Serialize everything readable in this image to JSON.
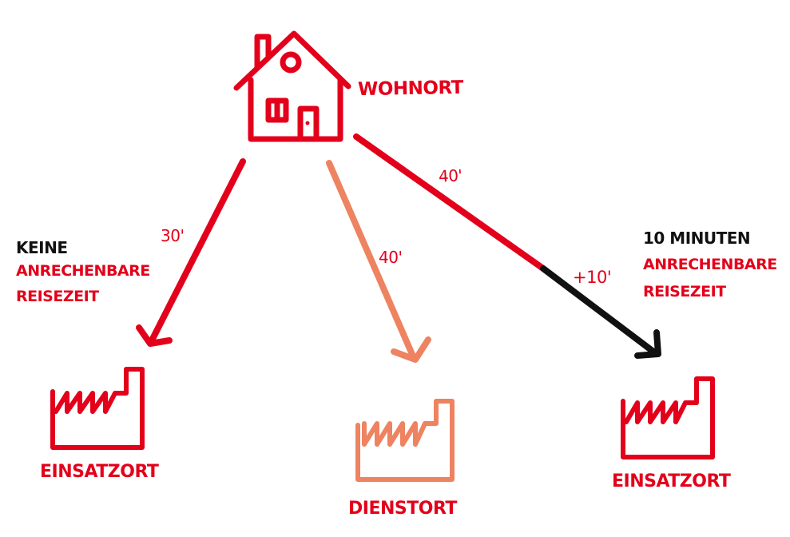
{
  "colors": {
    "red": "#e3001b",
    "orange": "#ee8361",
    "black": "#111111"
  },
  "home": {
    "label": "WOHNORT",
    "icon": "house-icon"
  },
  "routes": [
    {
      "destination": "EINSATZORT",
      "travel_time": "30'",
      "note_head": "KEINE",
      "note_lines": [
        "ANRECHENBARE",
        "REISEZEIT"
      ],
      "icon": "factory-icon"
    },
    {
      "destination": "DIENSTORT",
      "travel_time": "40'",
      "icon": "factory-icon"
    },
    {
      "destination": "EINSATZORT",
      "travel_time": "40'",
      "extra_time": "+10'",
      "note_head": "10 MINUTEN",
      "note_lines": [
        "ANRECHENBARE",
        "REISEZEIT"
      ],
      "icon": "factory-icon"
    }
  ]
}
